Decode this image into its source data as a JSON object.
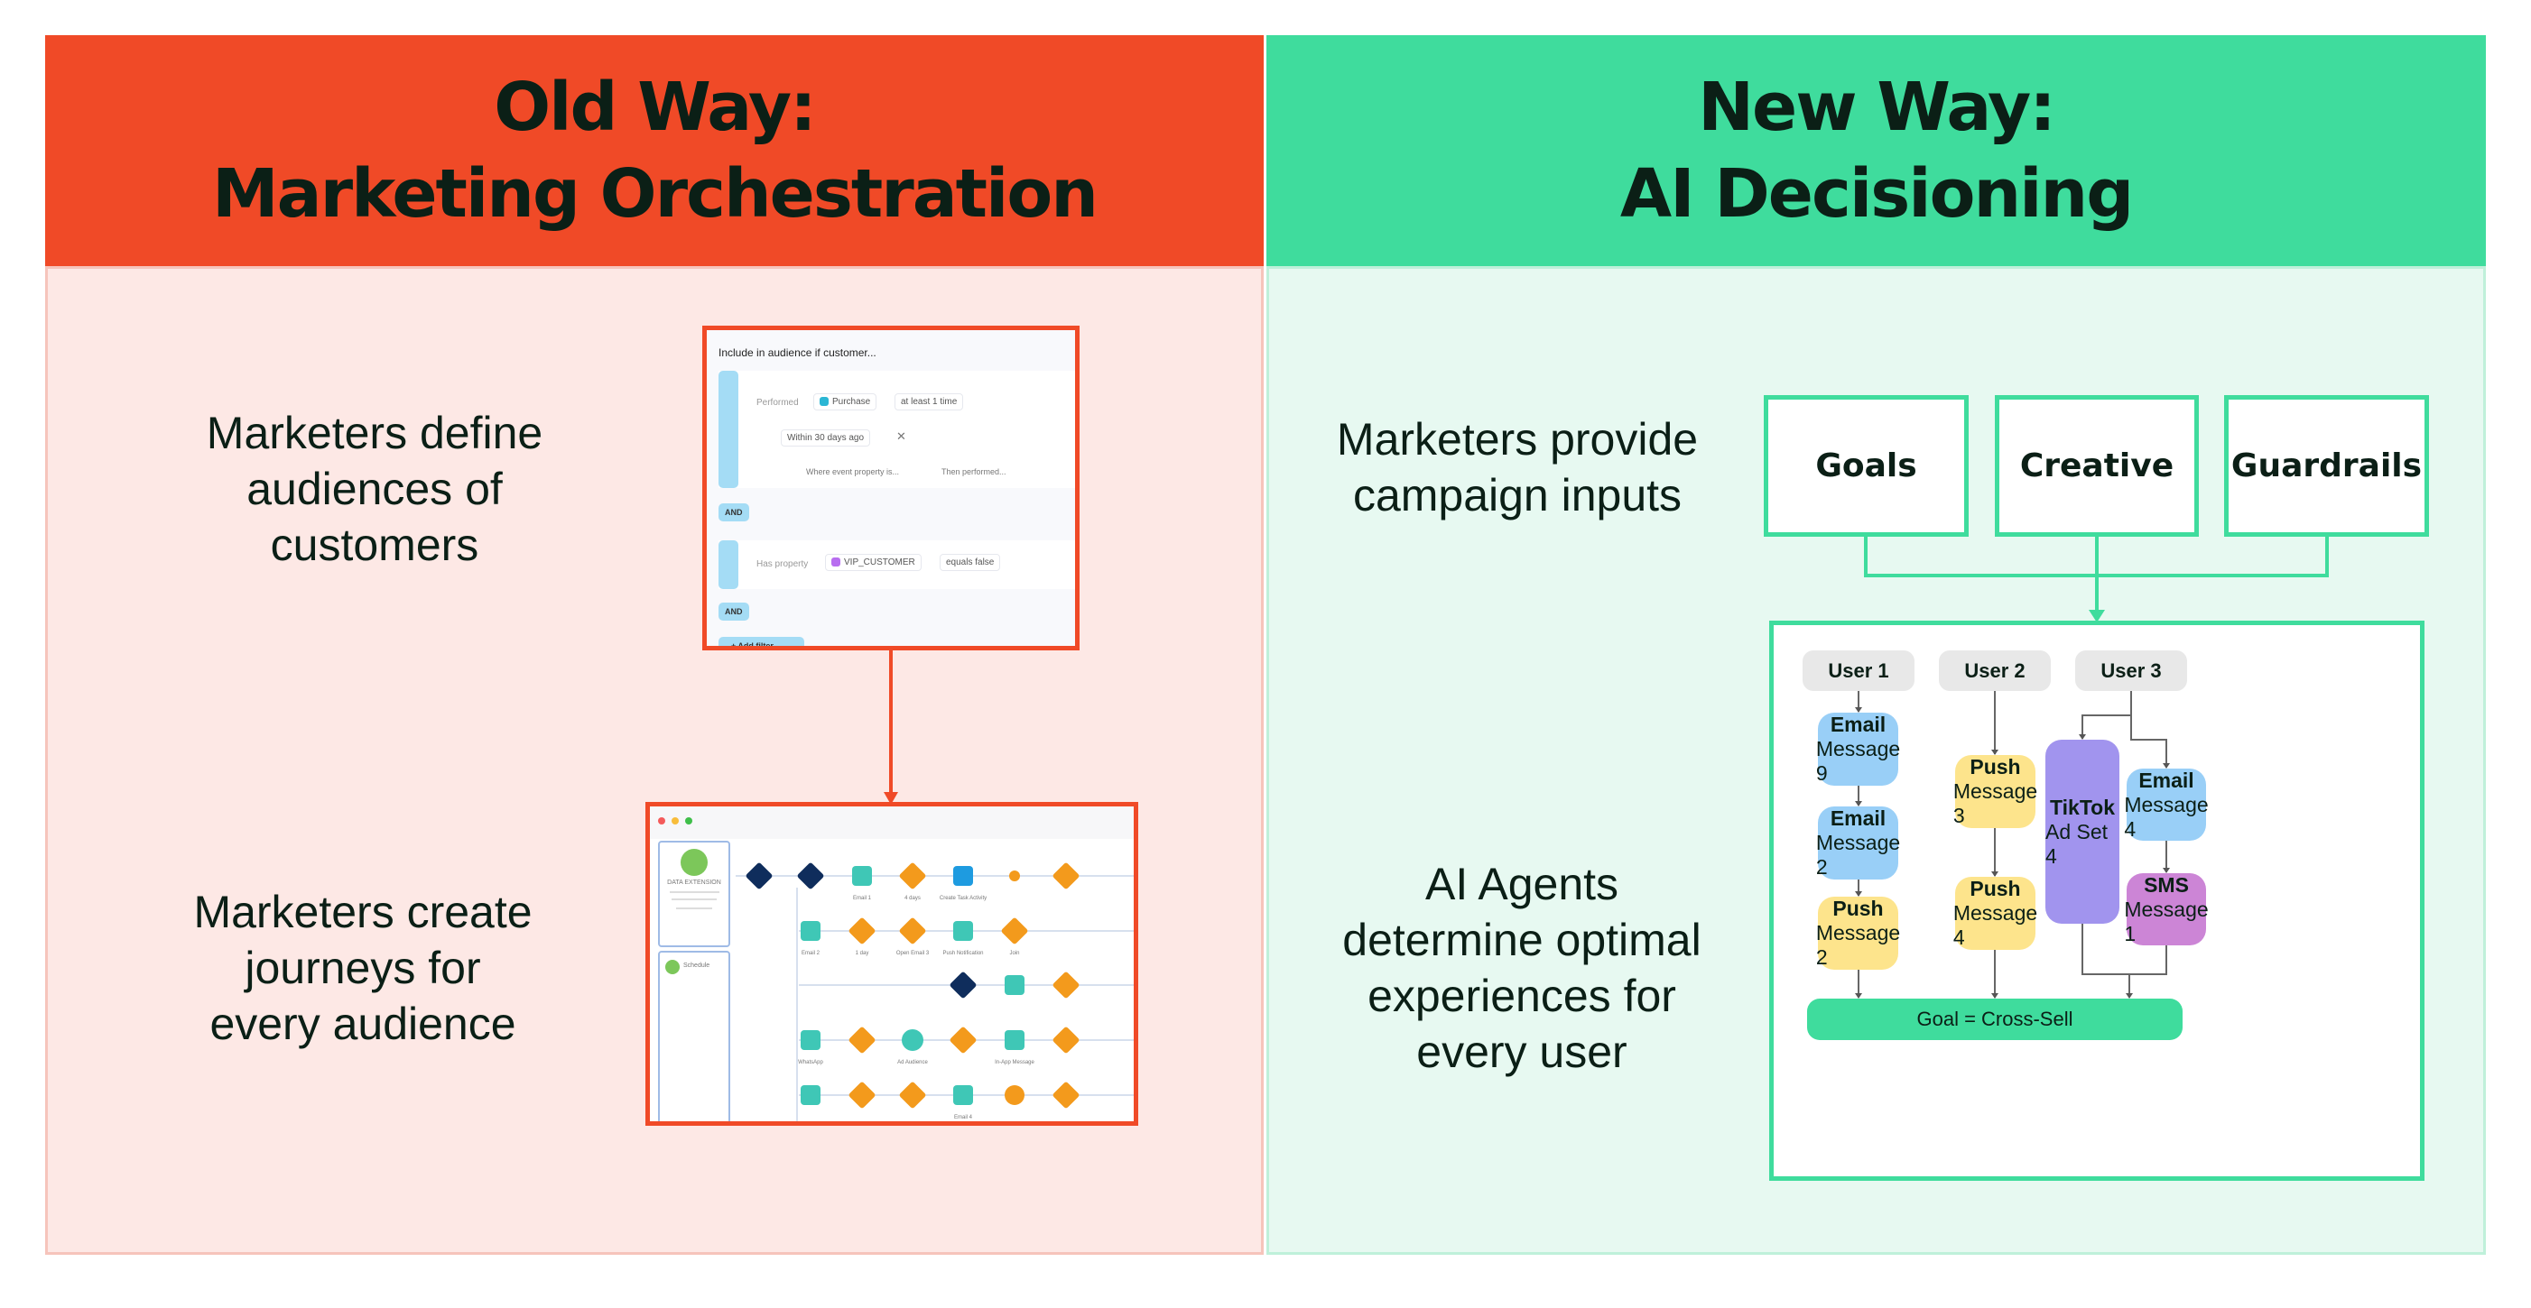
{
  "old_way": {
    "title_line1": "Old Way:",
    "title_line2": "Marketing Orchestration",
    "color": "#f04a27",
    "step1": [
      "Marketers define",
      "audiences of",
      "customers"
    ],
    "step2": [
      "Marketers create",
      "journeys for",
      "every audience"
    ],
    "audience_builder": {
      "heading": "Include in audience if customer...",
      "performed": "Performed",
      "event": "Purchase",
      "frequency": "at least 1 time",
      "window": "Within 30 days ago",
      "where": "Where event property is...",
      "then": "Then performed...",
      "and1": "AND",
      "has_property": "Has property",
      "property": "VIP_CUSTOMER",
      "condition": "equals false",
      "and2": "AND",
      "add_filter": "+ Add filter"
    },
    "journey_builder": {
      "entry_source": "DATA EXTENSION",
      "schedule": "Schedule",
      "nodes": [
        "Email 1",
        "4 days",
        "Create Task Activity",
        "Email 2",
        "1 day",
        "Open Email 3",
        "Push Notification",
        "Join",
        "WhatsApp",
        "Ad Audience",
        "In-App Message",
        "Email 4"
      ]
    }
  },
  "new_way": {
    "title_line1": "New Way:",
    "title_line2": "AI Decisioning",
    "color": "#3fdc9d",
    "step1": [
      "Marketers provide",
      "campaign inputs"
    ],
    "step2": [
      "AI Agents",
      "determine optimal",
      "experiences for",
      "every user"
    ],
    "inputs": [
      "Goals",
      "Creative",
      "Guardrails"
    ],
    "users": [
      "User 1",
      "User 2",
      "User 3"
    ],
    "user1": [
      {
        "channel": "Email",
        "message": "Message 9"
      },
      {
        "channel": "Email",
        "message": "Message 2"
      },
      {
        "channel": "Push",
        "message": "Message 2"
      }
    ],
    "user2": [
      {
        "channel": "Push",
        "message": "Message 3"
      },
      {
        "channel": "Push",
        "message": "Message 4"
      }
    ],
    "user3": [
      {
        "channel": "TikTok",
        "message": "Ad Set 4"
      },
      {
        "channel": "Email",
        "message": "Message 4"
      },
      {
        "channel": "SMS",
        "message": "Message 1"
      }
    ],
    "goal": "Goal = Cross-Sell"
  }
}
